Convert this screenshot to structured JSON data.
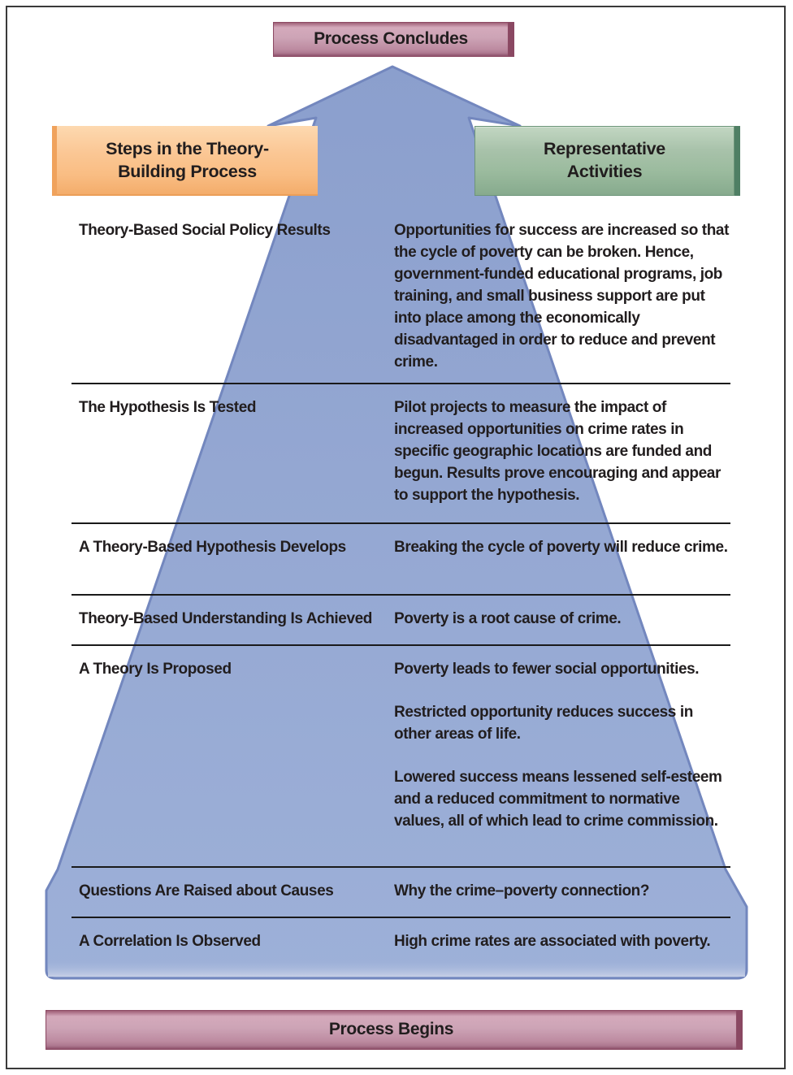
{
  "banners": {
    "top": "Process Concludes",
    "bottom": "Process Begins"
  },
  "headers": {
    "left": "Steps in the Theory-\nBuilding Process",
    "right": "Representative\nActivities"
  },
  "rows": [
    {
      "step": "Theory-Based Social Policy Results",
      "activities": [
        "Opportunities for success are increased so that the cycle of poverty can be broken. Hence, government-funded educational programs, job training, and small business support are put into place among the economically disadvantaged in order to reduce and prevent crime."
      ]
    },
    {
      "step": "The Hypothesis Is Tested",
      "activities": [
        "Pilot projects to measure the impact of increased opportunities on crime rates in specific geographic locations are funded and begun. Results prove encouraging and appear to support the hypothesis."
      ]
    },
    {
      "step": "A Theory-Based Hypothesis Develops",
      "activities": [
        "Breaking the cycle of poverty will reduce crime."
      ]
    },
    {
      "step": "Theory-Based Understanding Is Achieved",
      "activities": [
        "Poverty is a root cause of crime."
      ]
    },
    {
      "step": "A Theory Is Proposed",
      "activities": [
        "Poverty leads to fewer social opportunities.",
        "Restricted opportunity reduces success in other areas of life.",
        "Lowered success means lessened self-esteem and a reduced commitment to normative values, all of which lead to crime commission."
      ]
    },
    {
      "step": "Questions Are Raised about Causes",
      "activities": [
        "Why the crime–poverty connection?"
      ]
    },
    {
      "step": "A Correlation Is Observed",
      "activities": [
        "High crime rates are associated with poverty."
      ]
    }
  ],
  "colors": {
    "arrow_fill": "#96a8d2",
    "arrow_border": "#7387be",
    "arrow_base_highlight": "#bac5e0",
    "banner_pink": "#c99fb3",
    "banner_orange": "#fac28c",
    "banner_green": "#9dbc9f",
    "divider": "#1a1a1a",
    "text": "#211d1e"
  }
}
